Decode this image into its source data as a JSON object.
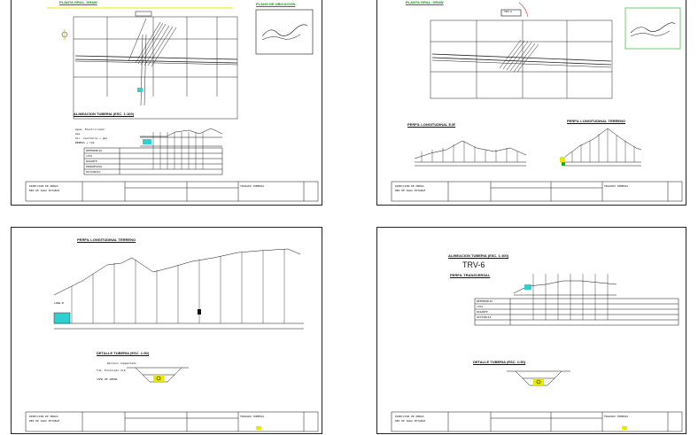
{
  "sheets": [
    {
      "plan_title": "PLANTA GRAL. DRAW",
      "inset_title": "PLANO DE UBICACION",
      "section_title": "ALINEACION TUBERIA (ESC. 1:100)",
      "profile_lines": [
        "Agua, Electricidad",
        "Gas",
        "Alc. sanitaria + gas",
        "BERMAS + CAI"
      ],
      "table_rows": [
        "REFERENCIA",
        "COTA",
        "RASANTE",
        "PROGRESIVA",
        "DISTANCIA"
      ],
      "title_block": [
        "DIRECCION DE OBRAS",
        "RED DE AGUA POTABLE",
        "TRAZADO TUBERIA"
      ]
    },
    {
      "plan_title": "PLANTA GRAL. DRAW",
      "tag": "TRV-A",
      "profile_title_1": "PERFIL LONGITUDINAL EJE",
      "profile_title_2": "PERFIL LONGITUDINAL TERRENO",
      "title_block": [
        "DIRECCION DE OBRAS",
        "RED DE AGUA POTABLE",
        "TRAZADO TUBERIA"
      ]
    },
    {
      "profile_title": "PERFIL LONGITUDINAL TERRENO",
      "side_label": "LONG-B",
      "detail_title": "DETALLE TUBERIA (ESC. 1:50)",
      "detail_notes": [
        "Relleno compactado",
        "Tub. Eucalipto 2x2",
        "CAMA DE ARENA"
      ],
      "title_block": [
        "DIRECCION DE OBRAS",
        "RED DE AGUA POTABLE",
        "TRAZADO TUBERIA"
      ]
    },
    {
      "section_title": "ALINEACION TUBERIA (ESC. 1:100)",
      "sheet_code": "TRV-6",
      "profile_title": "PERFIL TRANSVERSAL",
      "table_rows": [
        "REFERENCIA",
        "COTA",
        "RASANTE",
        "DISTANCIA"
      ],
      "detail_title": "DETALLE TUBERIA (ESC. 1:50)",
      "title_block": [
        "DIRECCION DE OBRAS",
        "RED DE AGUA POTABLE",
        "TRAZADO TUBERIA"
      ]
    }
  ],
  "colors": {
    "line": "#111111",
    "accent_green": "#10b010",
    "accent_yellow": "#e8e800",
    "accent_cyan": "#30d0d0",
    "accent_red": "#e02020"
  }
}
